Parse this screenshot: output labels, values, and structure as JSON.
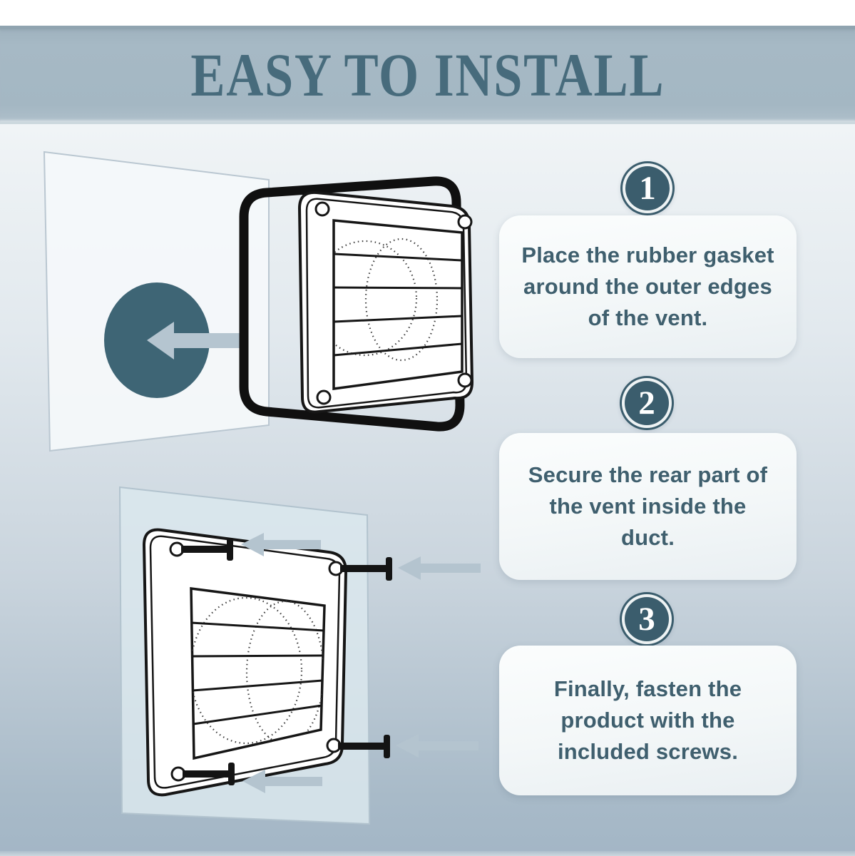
{
  "header": {
    "title": "EASY TO INSTALL"
  },
  "steps": [
    {
      "number": "1",
      "instruction": "Place the rubber gasket\naround the outer edges\nof the vent."
    },
    {
      "number": "2",
      "instruction": "Secure the rear part of\nthe vent inside the\nduct."
    },
    {
      "number": "3",
      "instruction": "Finally, fasten the\nproduct with the\nincluded screws."
    }
  ],
  "illustrations": [
    {
      "name": "gasket-placement",
      "description": "Louvered vent cover and rubber gasket aligned toward a round duct hole in the wall, arrow pointing into the hole"
    },
    {
      "name": "screw-fastening",
      "description": "Vent cover on the wall with four screws and arrows showing insertion direction"
    }
  ],
  "colors": {
    "accent": "#3b5d6d",
    "banner": "#a4b7c3",
    "title_text": "#476b7c",
    "step_text": "#3f5f6e",
    "card_bg": "#f7fafb",
    "duct_hole": "#3e6575",
    "arrow": "#b5c5d0",
    "outline": "#161616",
    "bg_top": "#f0f4f6",
    "bg_bottom": "#a3b6c6"
  }
}
